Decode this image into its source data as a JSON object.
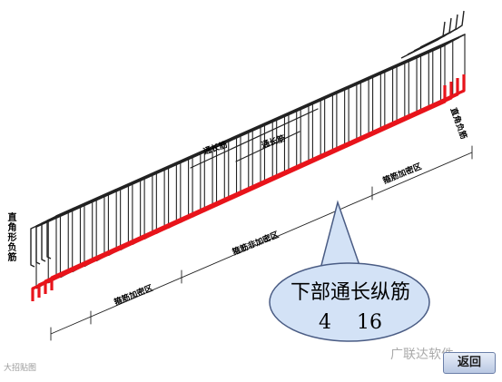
{
  "labels": {
    "through_bar_top_left": "通长筋",
    "through_bar_top_mid": "通长筋",
    "corner_bar": "直角形负筋",
    "top_right_bar": "直角负筋",
    "dense_zone_left": "箍筋加密区",
    "non_dense_zone": "箍筋非加密区",
    "dense_zone_right": "箍筋加密区"
  },
  "callout": {
    "title": "下部通长纵筋",
    "count": "4",
    "diameter": "16"
  },
  "watermark": "广联达软件",
  "watermark_small": "大招贴图",
  "back_button": "返回",
  "colors": {
    "rebar": "#222222",
    "bottom_bar": "#e8141b",
    "callout_fill": "#d3e2f6",
    "callout_stroke": "#4a5c84"
  }
}
